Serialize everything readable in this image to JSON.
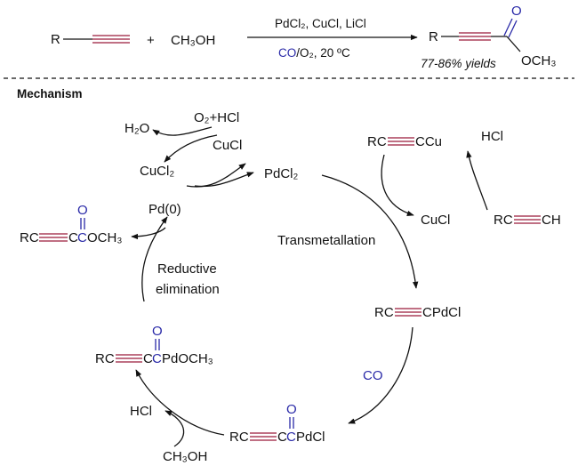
{
  "reaction": {
    "r_label": "R",
    "plus": "+",
    "methanol": "CH₃OH",
    "conditions_top": "PdCl₂, CuCl, LiCl",
    "conditions_bottom_co": "CO",
    "conditions_bottom_rest": "/O₂, 20 ºC",
    "product_r": "R",
    "product_o": "O",
    "product_och3": "OCH₃",
    "yield": "77-86% yields"
  },
  "mechanism": {
    "heading": "Mechanism",
    "o2_hcl": "O₂+HCl",
    "h2o": "H₂O",
    "cucl_top": "CuCl",
    "cucl2": "CuCl₂",
    "pdcl2": "PdCl₂",
    "pd0": "Pd(0)",
    "ester_rc": "RC",
    "ester_c": "C",
    "ester_blue_c": "C",
    "ester_o": "O",
    "ester_och3": "OCH₃",
    "reductive_1": "Reductive",
    "reductive_2": "elimination",
    "transmetallation": "Transmetallation",
    "rccu_rc": "RC",
    "rccu_ccu": "CCu",
    "hcl_right": "HCl",
    "cucl_right": "CuCl",
    "rcch_rc": "RC",
    "rcch_ch": "CH",
    "rccpdcl_rc": "RC",
    "rccpdcl_cpdcl": "CPdCl",
    "co_label": "CO",
    "acyl_rc": "RC",
    "acyl_c": "C",
    "acyl_blue_c": "C",
    "acyl_o": "O",
    "acyl_pdcl": "PdCl",
    "pdome_rc": "RC",
    "pdome_c": "C",
    "pdome_blue_c": "C",
    "pdome_o": "O",
    "pdome_pdoch3": "PdOCH₃",
    "hcl_left": "HCl",
    "ch3oh_bottom": "CH₃OH"
  }
}
